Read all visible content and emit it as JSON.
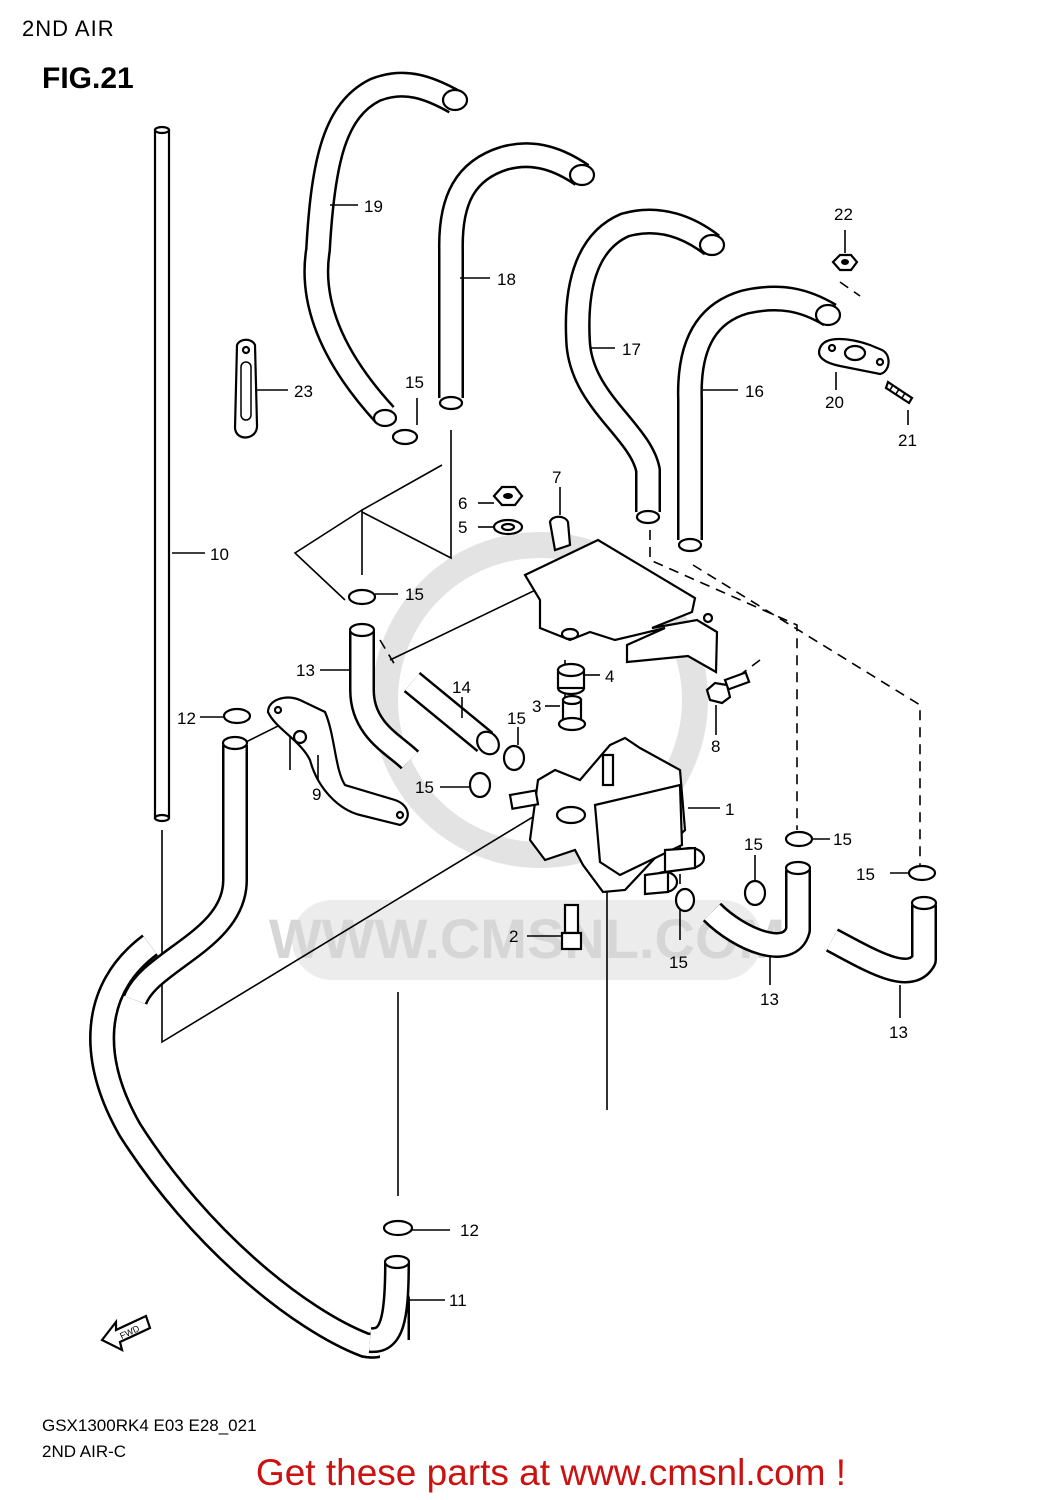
{
  "header": {
    "title": "2ND AIR",
    "figure": "FIG.21"
  },
  "watermark": {
    "text": "WWW.CMSNL.COM"
  },
  "callouts": {
    "p1": "1",
    "p2": "2",
    "p3": "3",
    "p4": "4",
    "p5": "5",
    "p6": "6",
    "p7": "7",
    "p8": "8",
    "p9": "9",
    "p10": "10",
    "p11": "11",
    "p12": "12",
    "p13": "13",
    "p14": "14",
    "p15": "15",
    "p16": "16",
    "p17": "17",
    "p18": "18",
    "p19": "19",
    "p20": "20",
    "p21": "21",
    "p22": "22",
    "p23": "23"
  },
  "fwd_label": "FWD",
  "footer": {
    "model_code": "GSX1300RK4 E03 E28_021",
    "section_code": "2ND AIR-C",
    "cta": "Get these parts at www.cmsnl.com !",
    "cta_color": "#cc1111"
  }
}
